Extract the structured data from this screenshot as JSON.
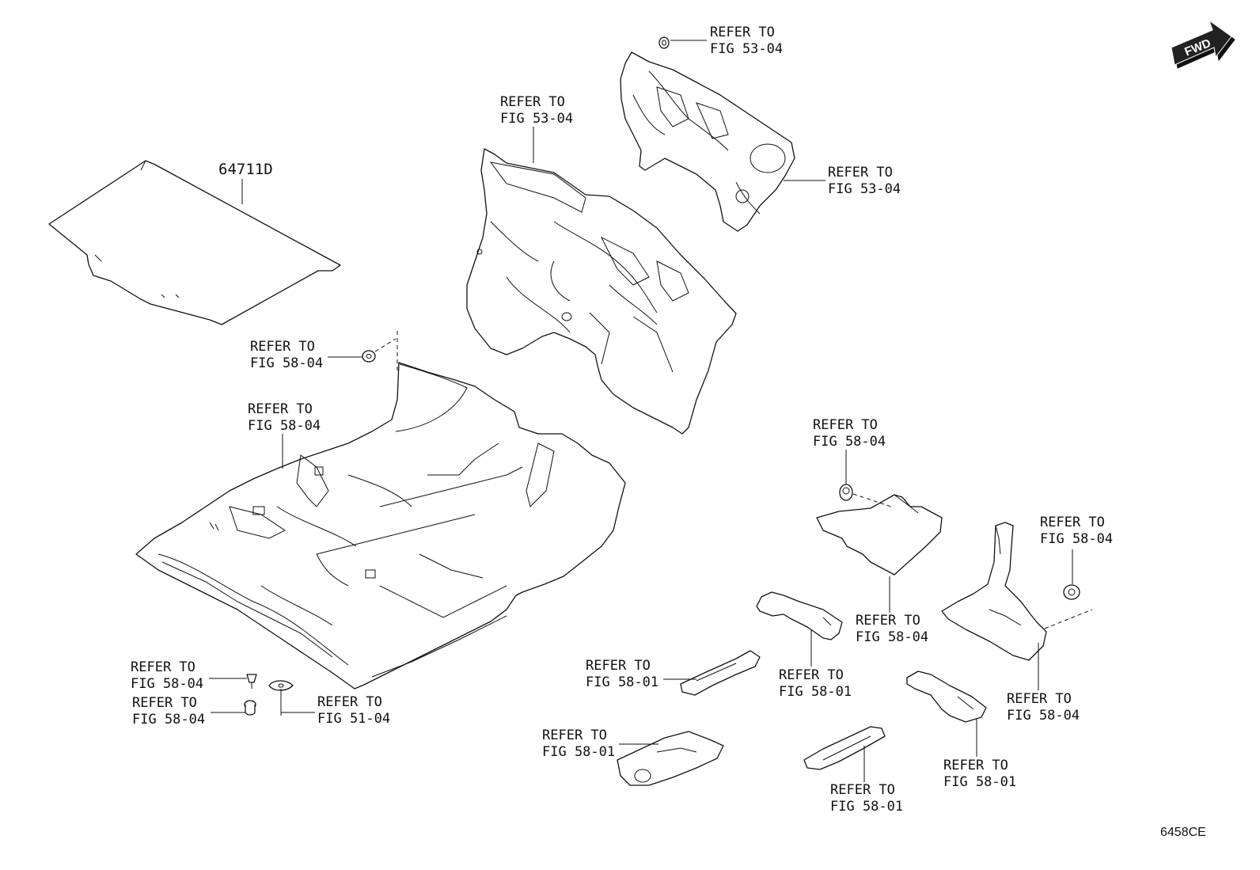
{
  "diagram": {
    "part_number": "64711D",
    "figure_id": "6458CE",
    "fwd_label": "FWD"
  },
  "callouts": [
    {
      "line1": "REFER TO",
      "line2": "FIG 53-04"
    },
    {
      "line1": "REFER TO",
      "line2": "FIG 53-04"
    },
    {
      "line1": "REFER TO",
      "line2": "FIG 53-04"
    },
    {
      "line1": "REFER TO",
      "line2": "FIG 58-04"
    },
    {
      "line1": "REFER TO",
      "line2": "FIG 58-04"
    },
    {
      "line1": "REFER TO",
      "line2": "FIG 58-04"
    },
    {
      "line1": "REFER TO",
      "line2": "FIG 58-04"
    },
    {
      "line1": "REFER TO",
      "line2": "FIG 58-04"
    },
    {
      "line1": "REFER TO",
      "line2": "FIG 58-04"
    },
    {
      "line1": "REFER TO",
      "line2": "FIG 58-04"
    },
    {
      "line1": "REFER TO",
      "line2": "FIG 58-04"
    },
    {
      "line1": "REFER TO",
      "line2": "FIG 51-04"
    },
    {
      "line1": "REFER TO",
      "line2": "FIG 58-01"
    },
    {
      "line1": "REFER TO",
      "line2": "FIG 58-01"
    },
    {
      "line1": "REFER TO",
      "line2": "FIG 58-01"
    },
    {
      "line1": "REFER TO",
      "line2": "FIG 58-01"
    },
    {
      "line1": "REFER TO",
      "line2": "FIG 58-01"
    }
  ]
}
